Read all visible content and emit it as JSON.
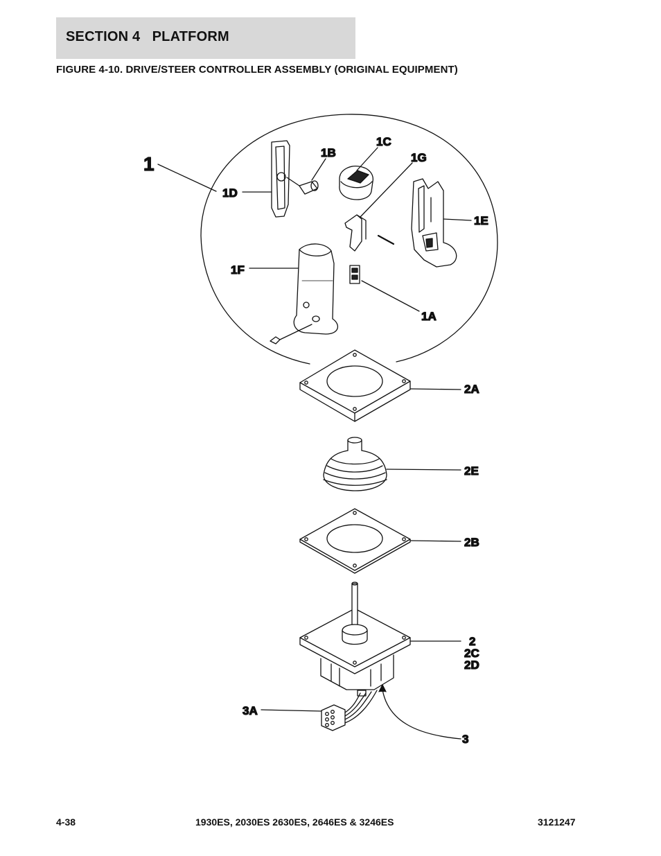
{
  "header": {
    "section": "SECTION 4   PLATFORM",
    "figure_title": "FIGURE 4-10. DRIVE/STEER CONTROLLER ASSEMBLY (ORIGINAL EQUIPMENT)"
  },
  "diagram": {
    "callouts": {
      "c1": "1",
      "c1a": "1A",
      "c1b": "1B",
      "c1c": "1C",
      "c1d": "1D",
      "c1e": "1E",
      "c1f": "1F",
      "c1g": "1G",
      "c2a": "2A",
      "c2e": "2E",
      "c2b": "2B",
      "c2": "2",
      "c2c": "2C",
      "c2d": "2D",
      "c3a": "3A",
      "c3": "3"
    }
  },
  "footer": {
    "page": "4-38",
    "models": "1930ES, 2030ES 2630ES, 2646ES & 3246ES",
    "doc_number": "3121247"
  }
}
